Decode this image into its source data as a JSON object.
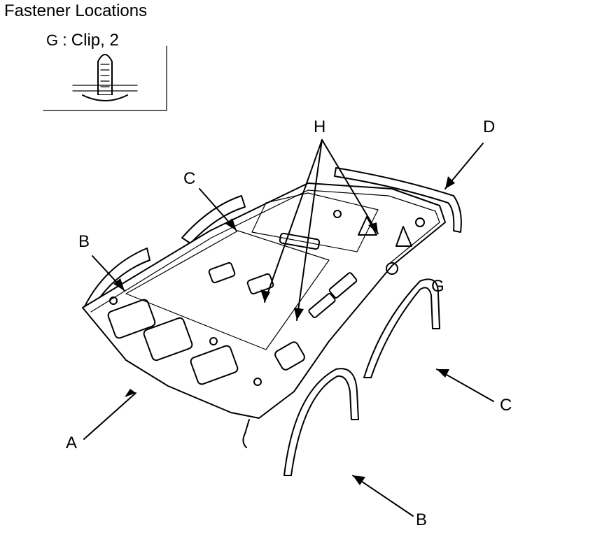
{
  "title": "Fastener Locations",
  "legend": {
    "symbol": "G",
    "separator": ":",
    "text": "Clip, 2",
    "icon": "clip-fastener-icon"
  },
  "labels": {
    "A": "A",
    "B_top": "B",
    "B_bottom": "B",
    "C_top": "C",
    "C_right": "C",
    "D": "D",
    "G": "G",
    "H": "H"
  }
}
